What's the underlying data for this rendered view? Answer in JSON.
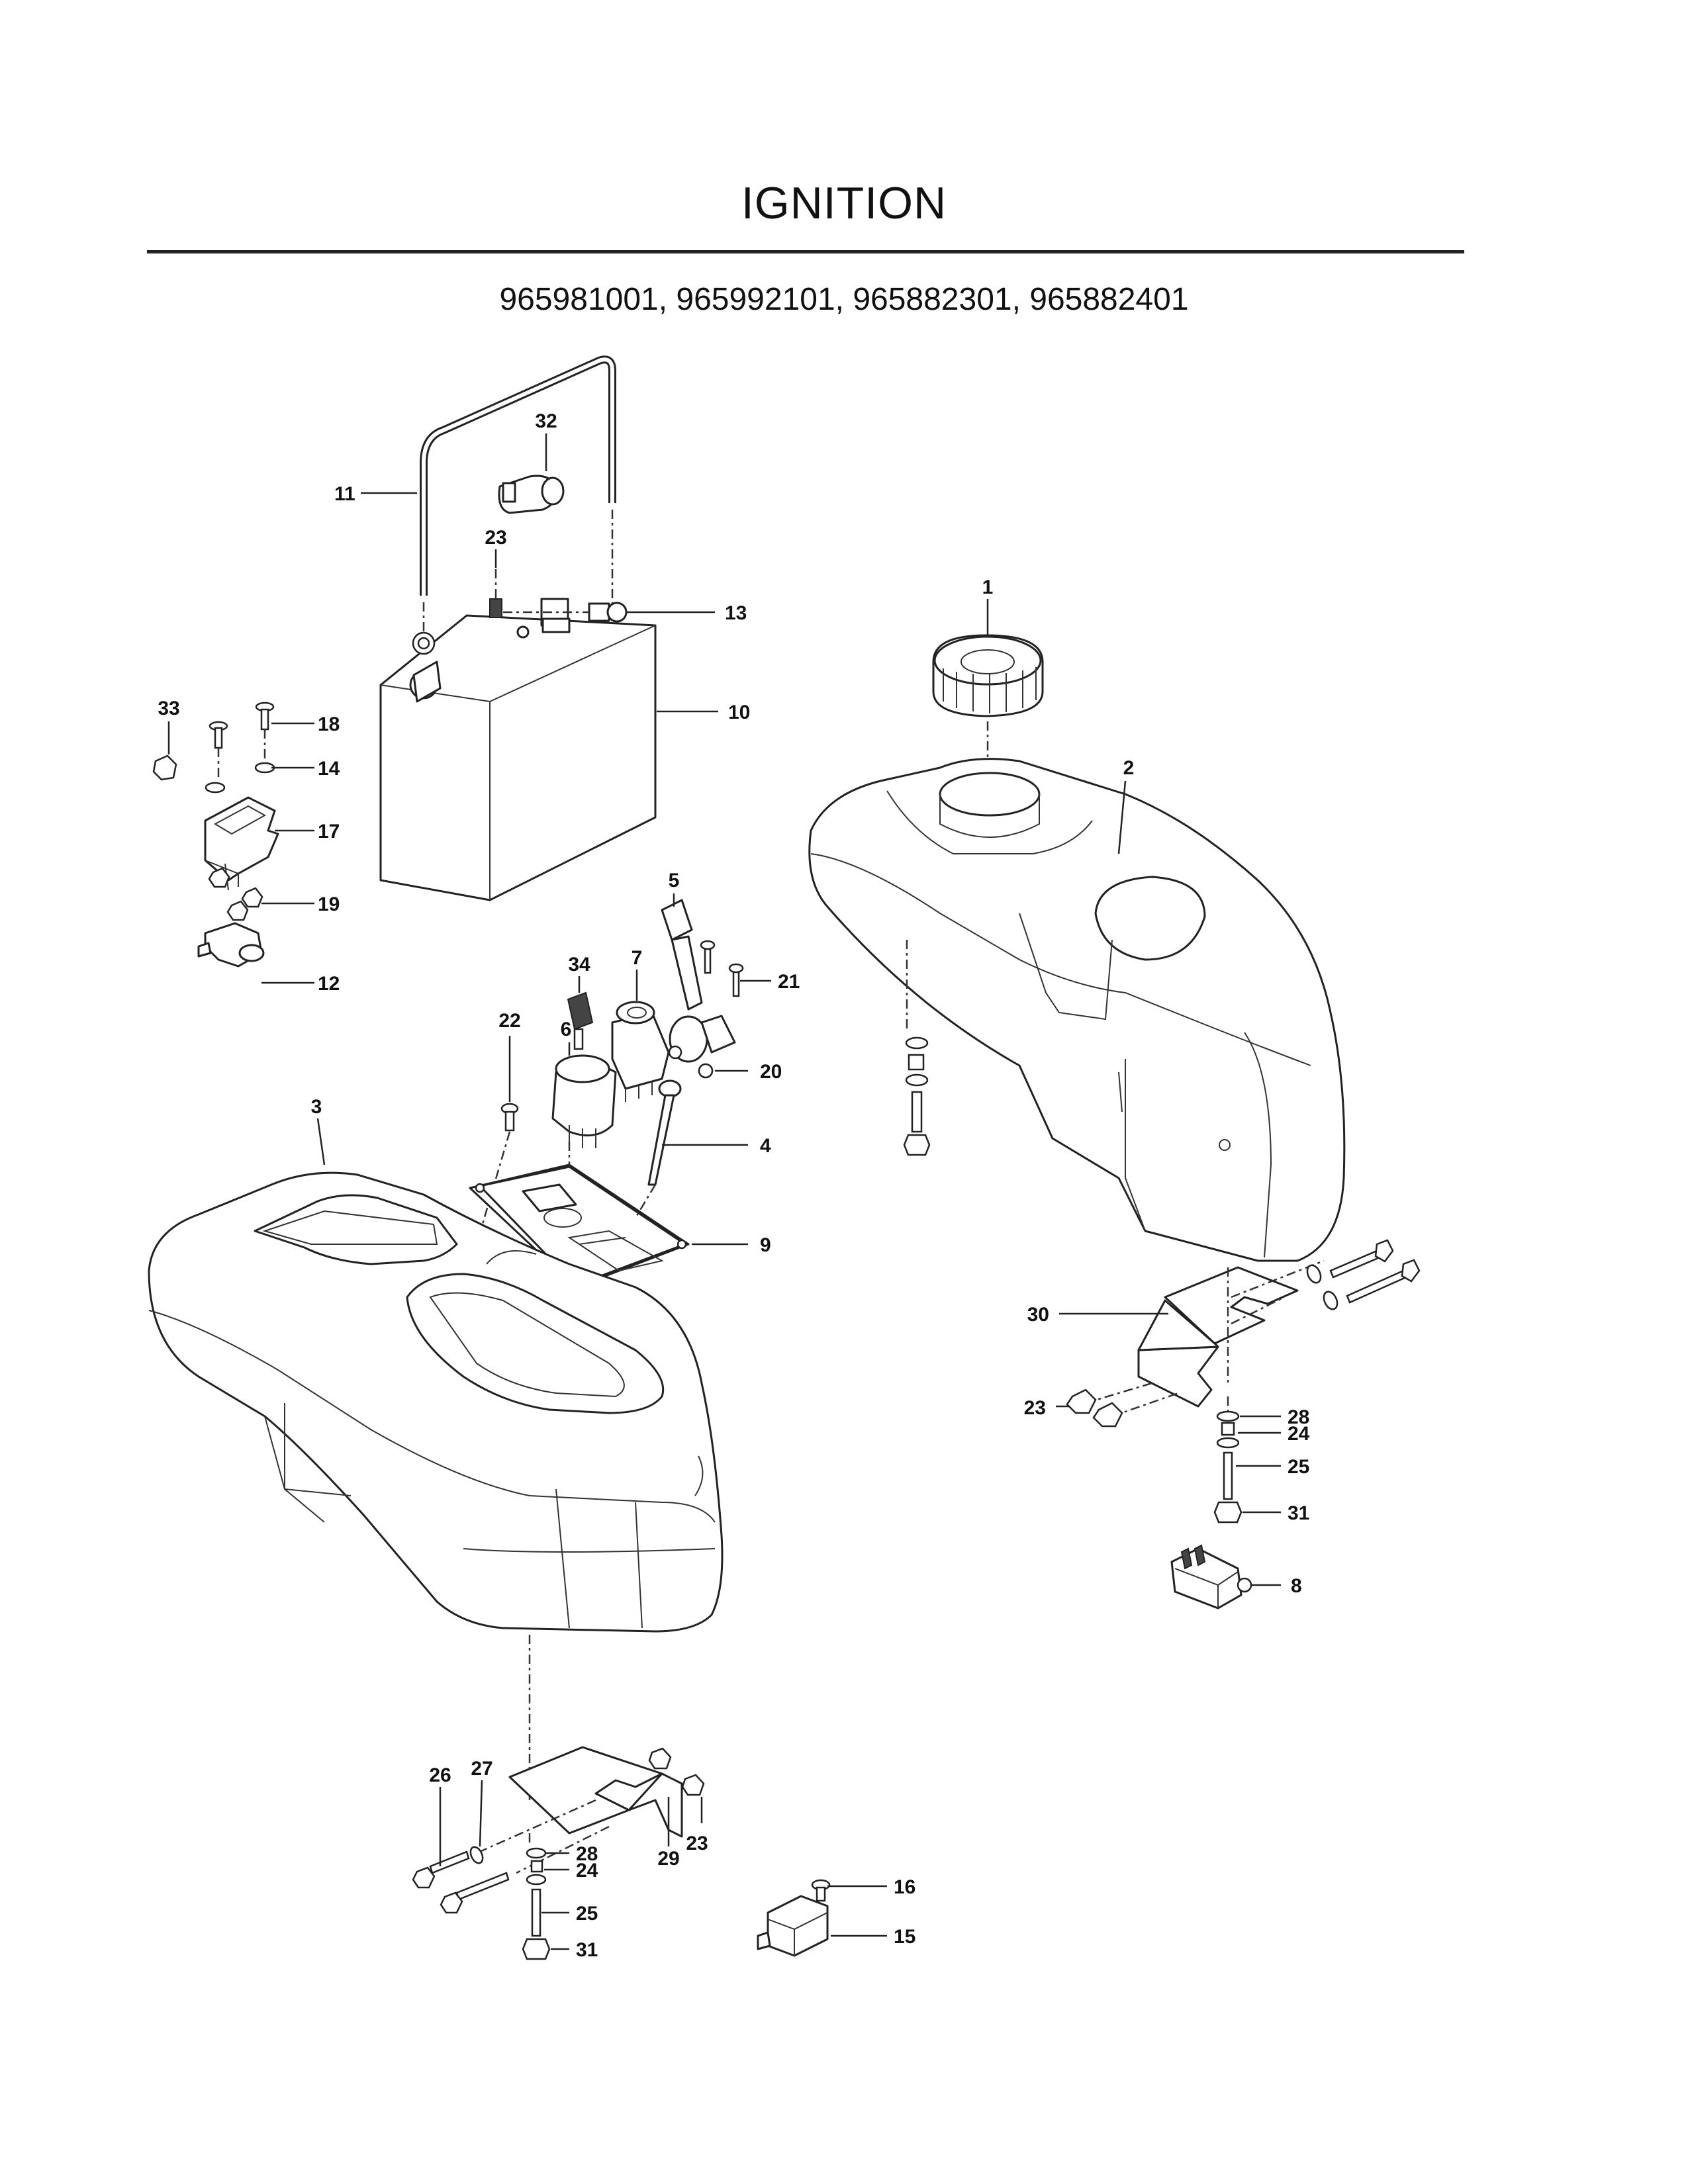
{
  "header": {
    "title": "IGNITION",
    "models": "965981001, 965992101, 965882301, 965882401"
  },
  "callouts": {
    "c1": "1",
    "c2": "2",
    "c3": "3",
    "c4": "4",
    "c5": "5",
    "c6": "6",
    "c7": "7",
    "c8": "8",
    "c9": "9",
    "c10": "10",
    "c11": "11",
    "c12": "12",
    "c13": "13",
    "c14": "14",
    "c15": "15",
    "c16": "16",
    "c17": "17",
    "c18": "18",
    "c19": "19",
    "c20": "20",
    "c21": "21",
    "c22": "22",
    "c23a": "23",
    "c23b": "23",
    "c23c": "23",
    "c24a": "24",
    "c24b": "24",
    "c25a": "25",
    "c25b": "25",
    "c26": "26",
    "c27": "27",
    "c28a": "28",
    "c28b": "28",
    "c29": "29",
    "c30": "30",
    "c31a": "31",
    "c31b": "31",
    "c32": "32",
    "c33": "33",
    "c34": "34"
  }
}
